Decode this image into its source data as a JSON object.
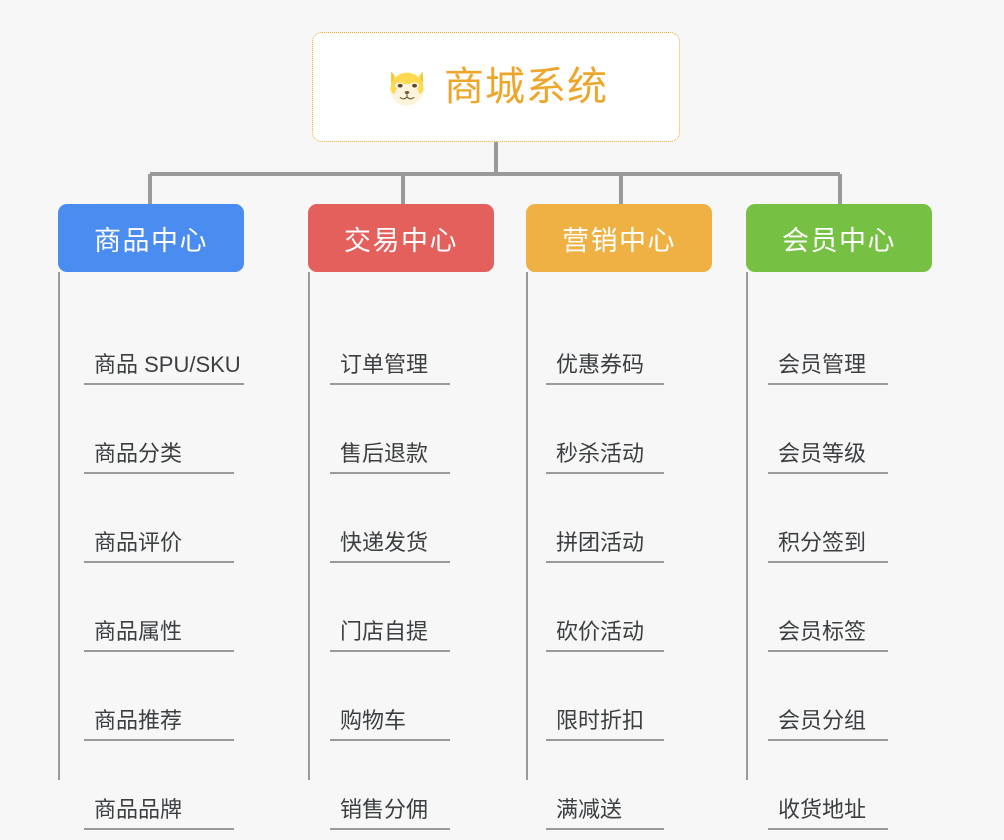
{
  "diagram": {
    "background_color": "#f7f7f7",
    "root": {
      "title": "商城系统",
      "icon": "shiba-dog-face-icon",
      "text_color": "#eda629",
      "border_color": "#e8aa33",
      "background_color": "#ffffff"
    },
    "connector_color": "#9a9a9a",
    "categories": [
      {
        "label": "商品中心",
        "color": "#4a8cf0",
        "items": [
          "商品 SPU/SKU",
          "商品分类",
          "商品评价",
          "商品属性",
          "商品推荐",
          "商品品牌"
        ]
      },
      {
        "label": "交易中心",
        "color": "#e4605c",
        "items": [
          "订单管理",
          "售后退款",
          "快递发货",
          "门店自提",
          "购物车",
          "销售分佣"
        ]
      },
      {
        "label": "营销中心",
        "color": "#efb143",
        "items": [
          "优惠券码",
          "秒杀活动",
          "拼团活动",
          "砍价活动",
          "限时折扣",
          "满减送"
        ]
      },
      {
        "label": "会员中心",
        "color": "#76c043",
        "items": [
          "会员管理",
          "会员等级",
          "积分签到",
          "会员标签",
          "会员分组",
          "收货地址"
        ]
      }
    ]
  }
}
